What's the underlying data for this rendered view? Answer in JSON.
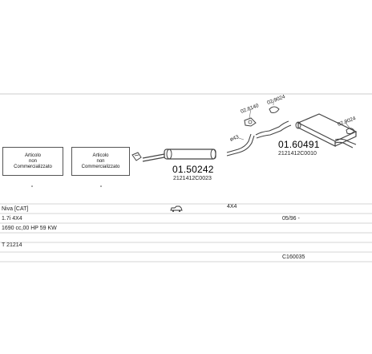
{
  "not_available_boxes": [
    {
      "line1": "Articolo",
      "line2": "non",
      "line3": "Commercializzato"
    },
    {
      "line1": "Articolo",
      "line2": "non",
      "line3": "Commercializzato"
    }
  ],
  "parts": {
    "front_pipe": {
      "number": "01.50242",
      "code": "2121412C0023"
    },
    "rear_silencer": {
      "number": "01.60491",
      "code": "2121412C0010"
    }
  },
  "references": {
    "clamp_a": "02.9024",
    "clamp_b": "02.9024",
    "gasket": "02.8140",
    "diameter": "ø43"
  },
  "vehicle_table": {
    "model": "Niva [CAT]",
    "drive_icon": "car-side-icon",
    "drive": "4X4",
    "engine": "1.7i 4X4",
    "date_range": "05/96 -",
    "displacement_power": "1690 cc,00 HP 59 KW",
    "engine_code": "T 21214",
    "catalogue_code": "C160035"
  },
  "colors": {
    "line": "#444444",
    "rule": "#999999",
    "ink": "#111111"
  }
}
